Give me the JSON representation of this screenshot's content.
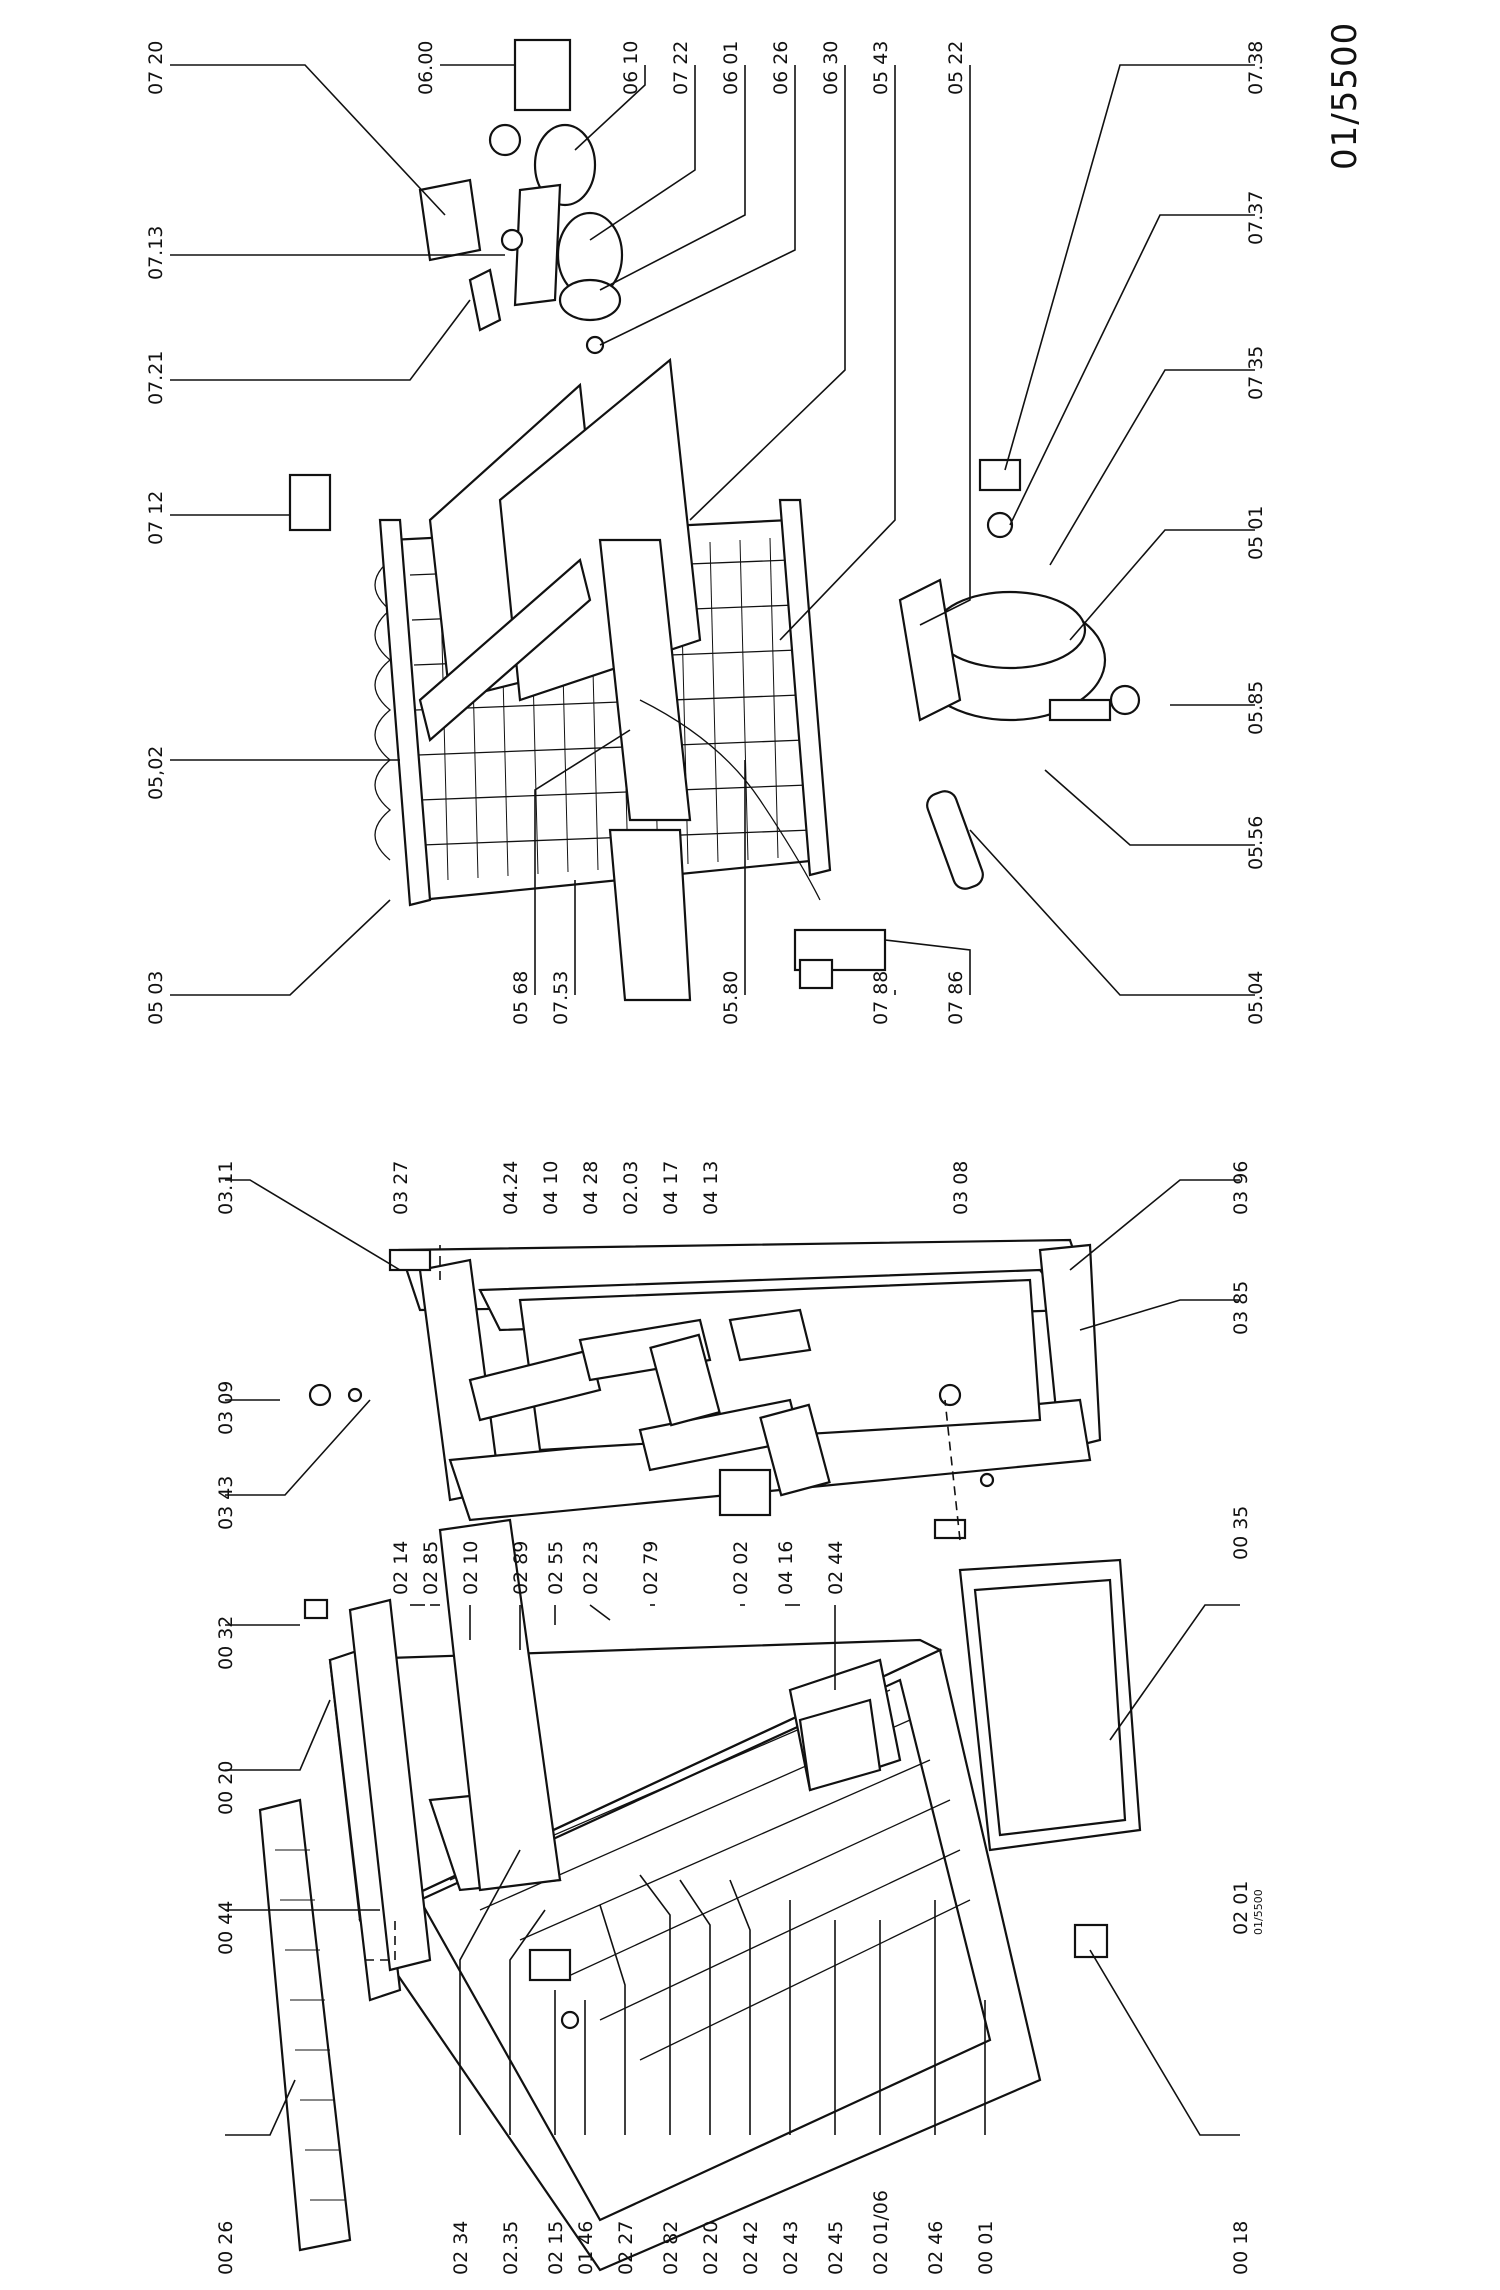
{
  "diagram": {
    "code": "01/5500",
    "sub_code": "01/5500",
    "cabinet_labels_bottom": [
      "00 26",
      "02 34",
      "02.35",
      "02 15",
      "01 46",
      "02 27",
      "02 82",
      "02 20",
      "02 42",
      "02 43",
      "02 45",
      "02 01/06",
      "02 46",
      "00 01",
      "00 18"
    ],
    "cabinet_labels_top": [
      "00 44",
      "00 20",
      "00 32",
      "02 14",
      "02 85",
      "02 10",
      "02 89",
      "02 55",
      "02 23",
      "02 79",
      "02 02",
      "04 16",
      "02 44",
      "00 35",
      "02 01"
    ],
    "door_labels_top": [
      "03.11",
      "03 27",
      "03 09",
      "03 43",
      "04.24",
      "04 10",
      "04 28",
      "02.03",
      "04 17",
      "04 13",
      "03 08",
      "03 96",
      "03 85"
    ],
    "refrig_labels_bottom": [
      "05 03",
      "05 68",
      "07.53",
      "05.80",
      "07 88",
      "07 86",
      "05.04",
      "05.56",
      "05.85",
      "05 01",
      "07 35",
      "07.37",
      "07.38"
    ],
    "refrig_labels_top": [
      "07 20",
      "07.13",
      "07.21",
      "07 12",
      "05,02",
      "06.00",
      "06 10",
      "07 22",
      "06 01",
      "06 26",
      "06 30",
      "05 43",
      "05 22"
    ]
  },
  "colors": {
    "ink": "#111111",
    "paper": "#ffffff"
  }
}
